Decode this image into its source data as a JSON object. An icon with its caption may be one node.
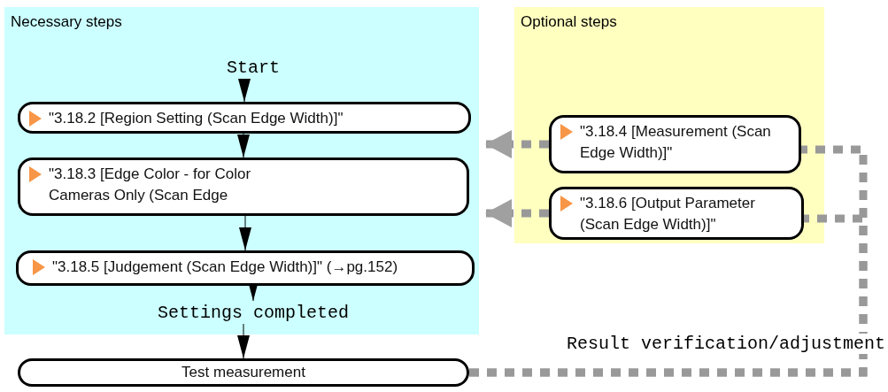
{
  "diagram": {
    "nodes": [
      {
        "text": [
          "Necessary steps"
        ]
      },
      {
        "text": [
          "Start"
        ],
        "in": 0
      },
      {
        "text": [
          "\"3.18.2 [Region Setting (Scan Edge Width)]\""
        ],
        "in": 0
      },
      {
        "text": [
          "\"3.18.3 [Edge Color - for Color Cameras Only (Scan Edge"
        ],
        "in": 0
      },
      {
        "text": [
          "\"3.18.5 [Judgement (Scan Edge Width)]\" (→pg.152)"
        ],
        "in": 0
      },
      {
        "text": [
          "Settings completed"
        ],
        "in": 0
      },
      {
        "text": [
          "Optional steps"
        ]
      },
      {
        "text": [
          "\"3.18.4 [Measurement (Scan Edge Width)]\""
        ],
        "in": 6
      },
      {
        "text": [
          "\"3.18.6 [Output Parameter (Scan Edge Width)]\""
        ],
        "in": 6
      },
      {
        "text": [
          "Test measurement"
        ]
      }
    ],
    "edges": [
      {
        "from": 1,
        "to": 2,
        "arrow": "to"
      },
      {
        "from": 2,
        "to": 3,
        "arrow": "to"
      },
      {
        "from": 3,
        "to": 4,
        "arrow": "to"
      },
      {
        "from": 4,
        "to": 5,
        "arrow": "to"
      },
      {
        "from": 5,
        "to": 9,
        "arrow": "to"
      },
      {
        "from": 9,
        "to": 7,
        "arrow": "none",
        "style": "dashed",
        "color": "#999999",
        "label": "Result verification/adjustment"
      },
      {
        "from": 9,
        "to": 8,
        "arrow": "none",
        "style": "dashed",
        "color": "#999999"
      },
      {
        "from": 7,
        "to": 0,
        "arrow": "to",
        "style": "dashed",
        "color": "#999999"
      },
      {
        "from": 8,
        "to": 0,
        "arrow": "to",
        "style": "dashed",
        "color": "#999999"
      }
    ]
  }
}
